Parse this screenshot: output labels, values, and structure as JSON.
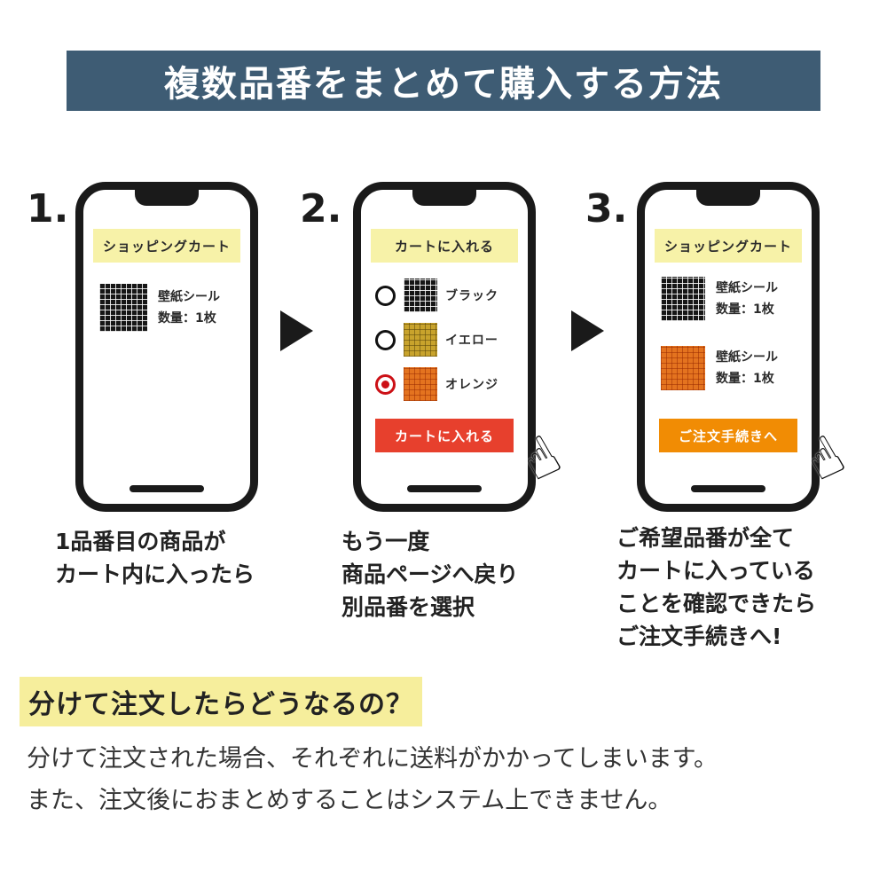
{
  "header": {
    "title": "複数品番をまとめて購入する方法",
    "bg_color": "#3e5c74"
  },
  "icons": {
    "hand_cursor": "☝",
    "arrow": "▶"
  },
  "colors": {
    "banner_yellow": "#f7f2a8",
    "red_button": "#e7402d",
    "orange_button": "#f18c04",
    "highlight_yellow": "#f6ee9c",
    "radio_selected": "#cc1016"
  },
  "steps": [
    {
      "number": "1.",
      "phone": {
        "banner": "ショッピングカート",
        "items": [
          {
            "swatch": "black",
            "text": "壁紙シール\n数量：1枚"
          }
        ]
      },
      "caption": "1品番目の商品が\nカート内に入ったら"
    },
    {
      "number": "2.",
      "phone": {
        "banner": "カートに入れる",
        "options": [
          {
            "swatch": "black",
            "label": "ブラック",
            "selected": false
          },
          {
            "swatch": "yellow",
            "label": "イエロー",
            "selected": false
          },
          {
            "swatch": "orange",
            "label": "オレンジ",
            "selected": true
          }
        ],
        "button": {
          "label": "カートに入れる",
          "color": "#e7402d"
        }
      },
      "caption": "もう一度\n商品ページへ戻り\n別品番を選択"
    },
    {
      "number": "3.",
      "phone": {
        "banner": "ショッピングカート",
        "items": [
          {
            "swatch": "black",
            "text": "壁紙シール\n数量：1枚"
          },
          {
            "swatch": "orange",
            "text": "壁紙シール\n数量：1枚"
          }
        ],
        "button": {
          "label": "ご注文手続きへ",
          "color": "#f18c04"
        }
      },
      "caption": "ご希望品番が全て\nカートに入っている\nことを確認できたら\nご注文手続きへ!"
    }
  ],
  "note": {
    "heading": "分けて注文したらどうなるの？",
    "body": "分けて注文された場合、それぞれに送料がかかってしまいます。\nまた、注文後におまとめすることはシステム上できません。"
  }
}
